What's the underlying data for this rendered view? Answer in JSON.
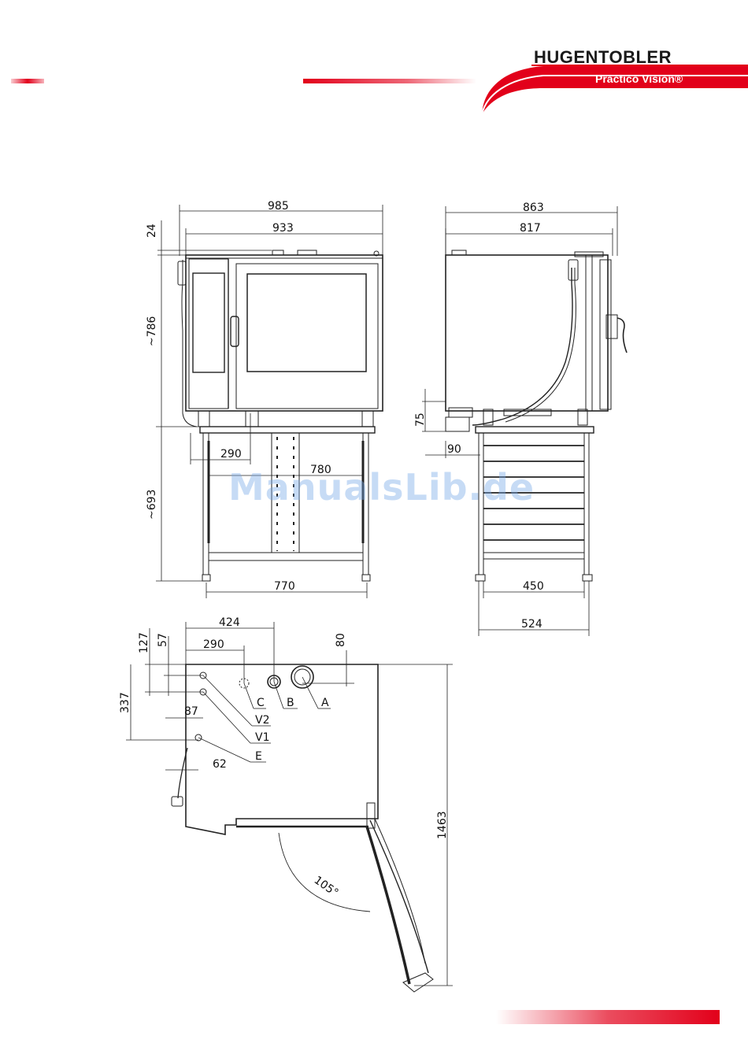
{
  "brand": {
    "name": "HUGENTOBLER",
    "product": "Practico Vision®",
    "accent": "#e2001a"
  },
  "watermark": "ManualsLib.de",
  "front_view": {
    "width_overall": "985",
    "width_body": "933",
    "top_offset": "24",
    "height_unit": "~786",
    "height_stand": "~693",
    "leg_offset": "290",
    "inner_width": "780",
    "stand_width": "770"
  },
  "side_view": {
    "depth_overall": "863",
    "depth_body": "817",
    "drain_height": "75",
    "drain_offset": "90",
    "stand_inner": "450",
    "stand_depth": "524"
  },
  "plan_view": {
    "dim_424": "424",
    "dim_290": "290",
    "dim_127": "127",
    "dim_57": "57",
    "dim_80": "80",
    "dim_337": "337",
    "dim_87": "87",
    "dim_62": "62",
    "dim_1463": "1463",
    "door_angle": "105°",
    "label_a": "A",
    "label_b": "B",
    "label_c": "C",
    "label_v1": "V1",
    "label_v2": "V2",
    "label_e": "E"
  }
}
